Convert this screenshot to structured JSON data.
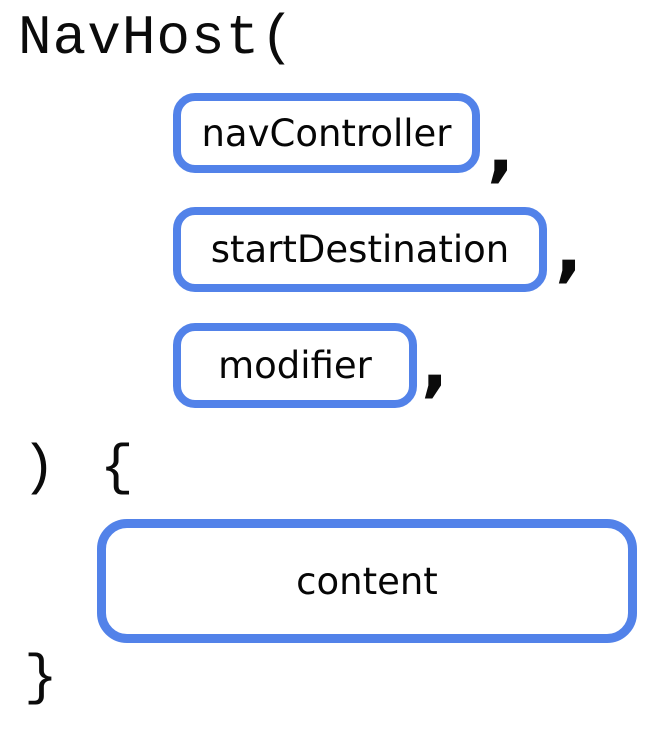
{
  "code_diagram": {
    "header": "NavHost(",
    "params": [
      {
        "name": "navController",
        "separator": ","
      },
      {
        "name": "startDestination",
        "separator": ","
      },
      {
        "name": "modifier",
        "separator": ","
      }
    ],
    "close_paren": ")",
    "open_brace": "{",
    "body_slot": "content",
    "close_brace": "}",
    "colors": {
      "box_border_blue": "#5282E9",
      "text_black": "#0B0B0B",
      "background": "#FFFFFF"
    }
  }
}
